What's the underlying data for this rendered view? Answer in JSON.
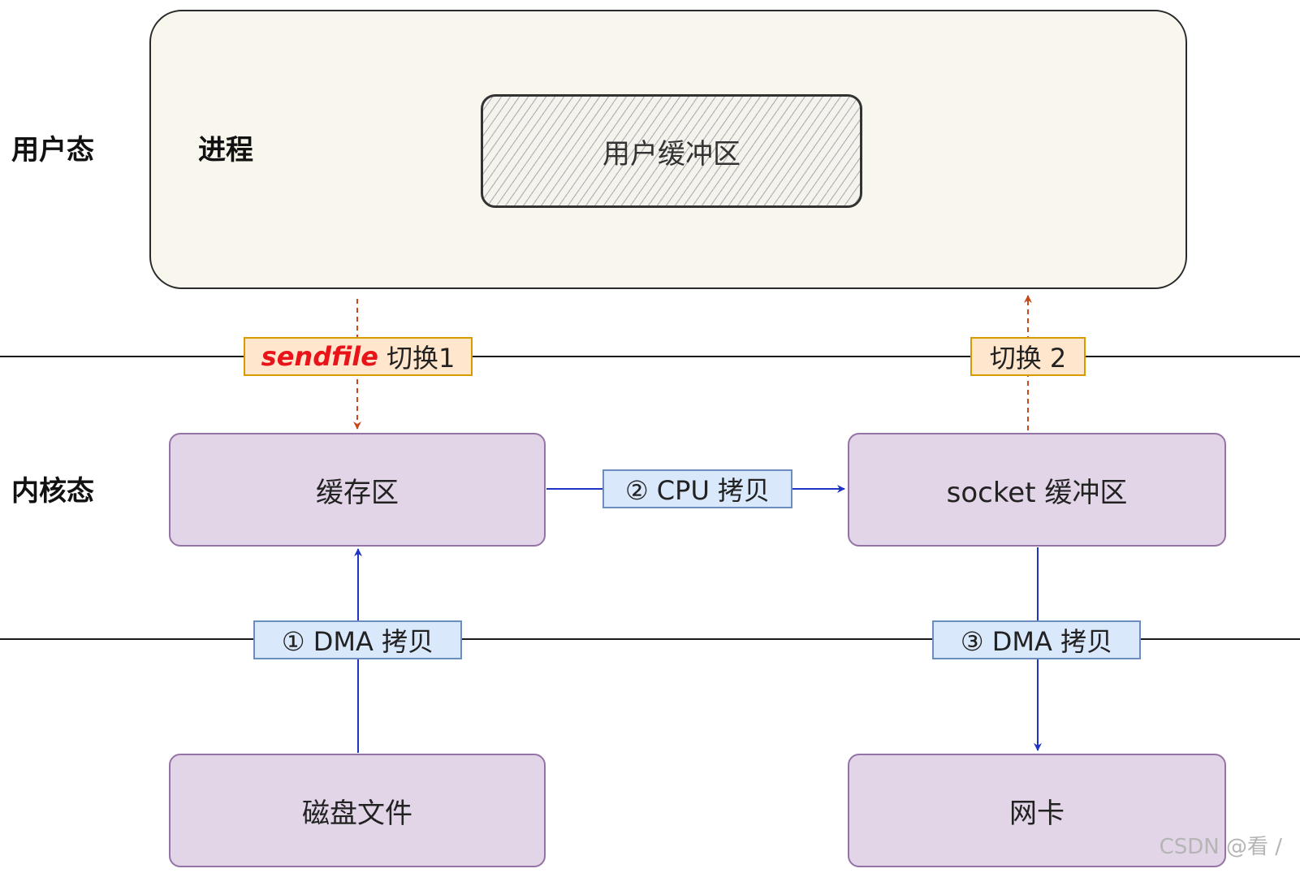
{
  "labels": {
    "user_mode": "用户态",
    "kernel_mode": "内核态"
  },
  "process": {
    "label": "进程",
    "user_buffer": "用户缓冲区"
  },
  "kernel": {
    "page_cache": "缓存区",
    "socket_buffer": "socket 缓冲区"
  },
  "hardware": {
    "disk_file": "磁盘文件",
    "nic": "网卡"
  },
  "tags": {
    "switch1_keyword": "sendfile",
    "switch1_text": "切换1",
    "switch2": "切换 2",
    "cpu_copy": "② CPU 拷贝",
    "dma_copy_1": "① DMA 拷贝",
    "dma_copy_3": "③ DMA 拷贝"
  },
  "watermark": "CSDN @看 /",
  "colors": {
    "kernel_fill": "#e1d5e7",
    "kernel_stroke": "#9673a6",
    "switch_tag_fill": "#ffe6cc",
    "copy_tag_fill": "#dae8fc",
    "dma_cpu_arrow": "#1f33c4",
    "switch_arrow": "#c84a1c",
    "sendfile_text": "#e8141a"
  }
}
